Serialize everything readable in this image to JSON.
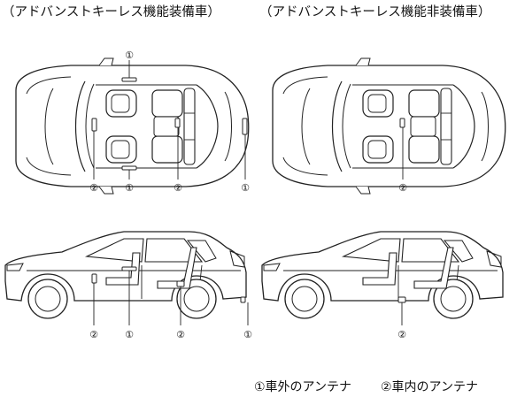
{
  "titles": {
    "left": "（アドバンストキーレス機能装備車）",
    "right": "（アドバンストキーレス機能非装備車）"
  },
  "legend": {
    "exterior": "①車外のアンテナ",
    "interior": "②車内のアンテナ"
  },
  "markers": {
    "one": "①",
    "two": "②"
  }
}
